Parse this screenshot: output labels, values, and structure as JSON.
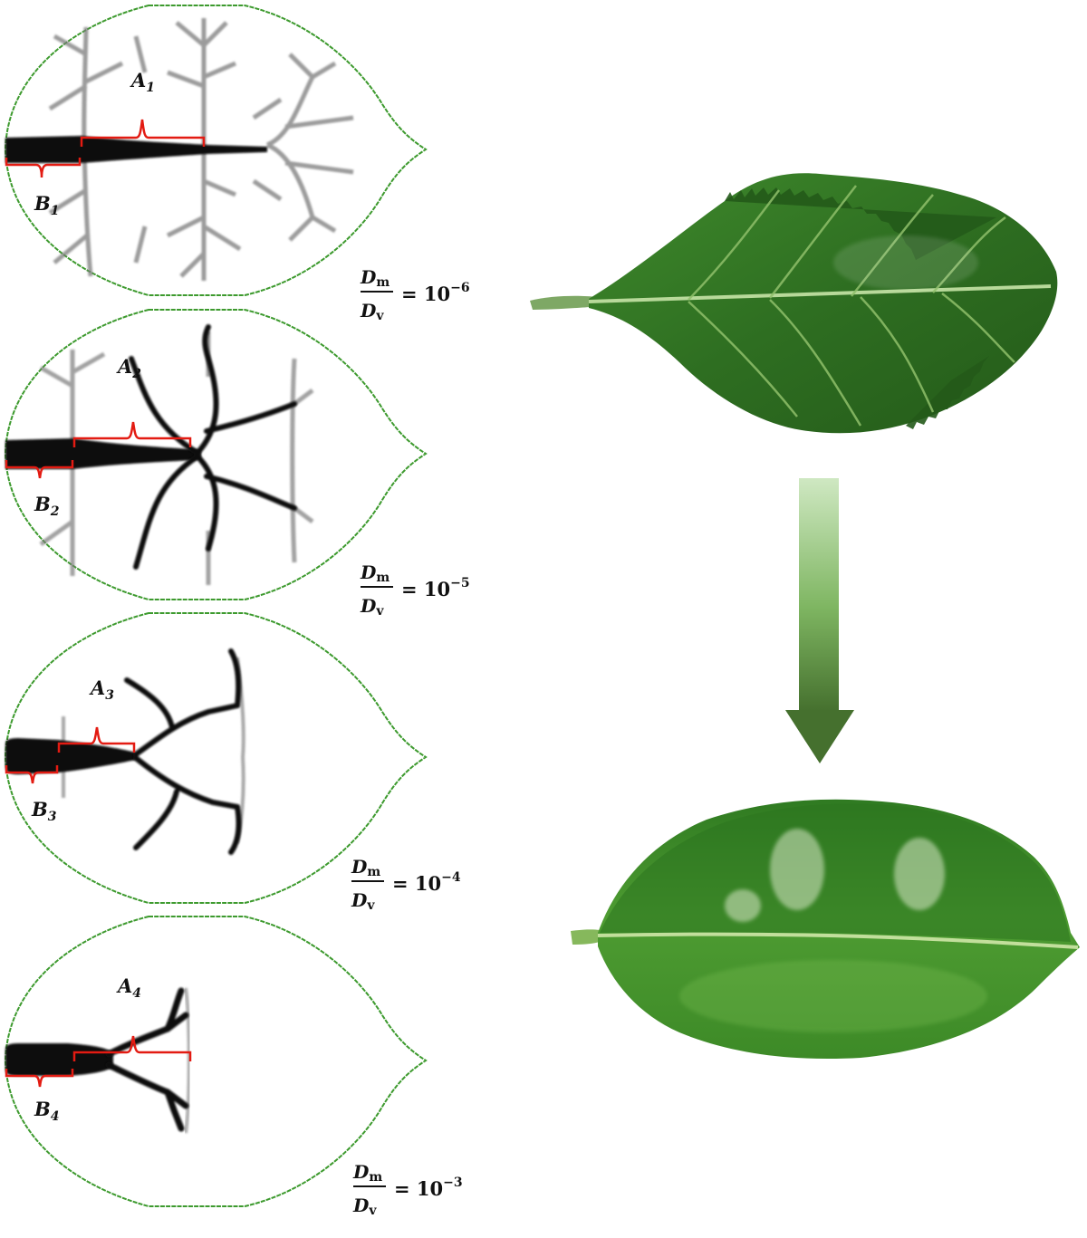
{
  "colors": {
    "outline": "#3d9a2e",
    "vein": "#0d0d0d",
    "faint_vein": "#8c8c8c",
    "bracket": "#e31b12",
    "arrow_light": "#b9dca8",
    "arrow_dark": "#45702e",
    "leaf_dark": "#2c6a1e",
    "leaf_light": "#5fae3c"
  },
  "panels": [
    {
      "a_label": "A",
      "a_sub": "1",
      "b_label": "B",
      "b_sub": "1",
      "ratio": {
        "num": "D",
        "num_sub": "m",
        "den": "D",
        "den_sub": "v",
        "rhs": "= 10",
        "exp": "−6"
      }
    },
    {
      "a_label": "A",
      "a_sub": "2",
      "b_label": "B",
      "b_sub": "2",
      "ratio": {
        "num": "D",
        "num_sub": "m",
        "den": "D",
        "den_sub": "v",
        "rhs": "= 10",
        "exp": "−5"
      }
    },
    {
      "a_label": "A",
      "a_sub": "3",
      "b_label": "B",
      "b_sub": "3",
      "ratio": {
        "num": "D",
        "num_sub": "m",
        "den": "D",
        "den_sub": "v",
        "rhs": "= 10",
        "exp": "−4"
      }
    },
    {
      "a_label": "A",
      "a_sub": "4",
      "b_label": "B",
      "b_sub": "4",
      "ratio": {
        "num": "D",
        "num_sub": "m",
        "den": "D",
        "den_sub": "v",
        "rhs": "= 10",
        "exp": "−3"
      }
    }
  ],
  "photos": [
    {
      "subject": "serrated-leaf-photo"
    },
    {
      "subject": "smooth-leaf-photo"
    }
  ],
  "arrow": {
    "direction": "down"
  }
}
